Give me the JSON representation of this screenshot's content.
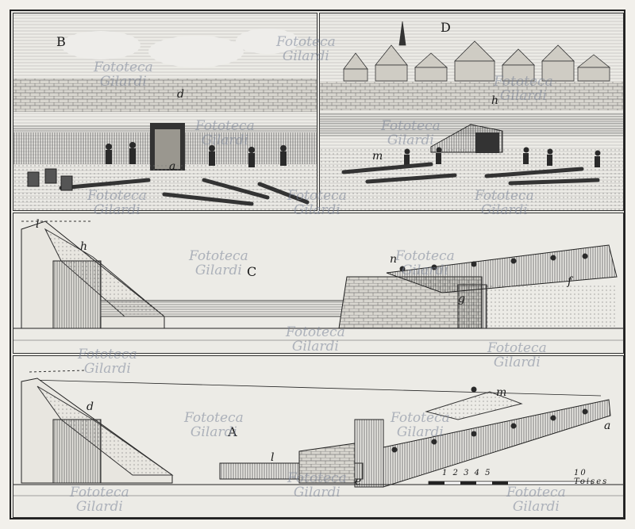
{
  "labels": {
    "B": "B",
    "D": "D",
    "C": "C",
    "A": "A",
    "d_top": "d",
    "h_top": "h",
    "a_top": "a",
    "m_top": "m",
    "l_c": "l",
    "h_c": "h",
    "n_c": "n",
    "g_c": "g",
    "f_c": "f",
    "d_a": "d",
    "l_a": "l",
    "m_a": "m",
    "a_a": "a",
    "e_a": "e"
  },
  "scale": {
    "ticks": "1 2 3 4 5",
    "label": "10 Toises"
  },
  "watermark": {
    "line1": "Fototeca",
    "line2": "Gilardi"
  }
}
